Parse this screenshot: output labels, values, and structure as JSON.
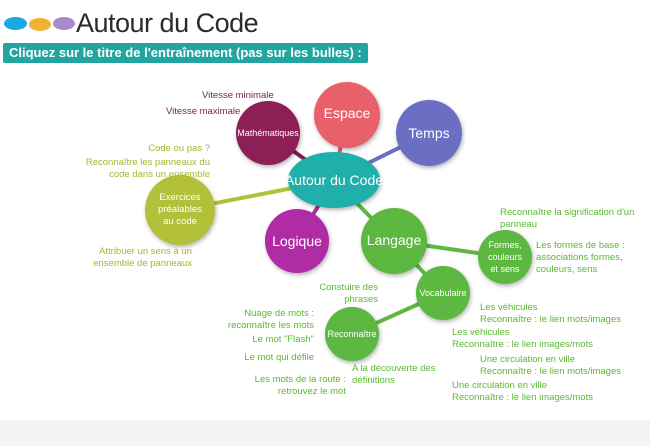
{
  "header": {
    "title": "Autour du Code",
    "banner": "Cliquez sur le titre de l'entraînement (pas sur les bulles) :",
    "logo_colors": [
      "#1ea7e0",
      "#f2b134",
      "#a78bc9"
    ]
  },
  "nodes": {
    "center": "Autour du Code",
    "espace": "Espace",
    "temps": "Temps",
    "maths": "Mathématiques",
    "exercices": "Exercices préalables au code",
    "logique": "Logique",
    "langage": "Langage",
    "formes": "Formes, couleurs et sens",
    "vocabulaire": "Vocabulaire",
    "reconnaitre": "Reconnaître"
  },
  "labels": {
    "vit_min": "Vitesse minimale",
    "vit_max": "Vitesse maximale",
    "code_ou_pas": "Code ou pas ?",
    "reco_panneaux": "Reconnaître les panneaux du code dans un ensemble",
    "attribuer": "Attribuer un sens à un ensemble de panneaux",
    "reco_signif": "Reconnaître la signification d'un panneau",
    "formes_base": "Les formes de base : associations formes, couleurs, sens",
    "construire": "Constuire des phrases",
    "nuage": "Nuage de mots : reconnaître les mots",
    "flash": "Le mot \"Flash\"",
    "defile": "Le mot qui défile",
    "route": "Les mots de la route : retrouvez le mot",
    "decouverte": "A la découverte des définitions",
    "veh1": "Les véhicules",
    "veh1b": "Reconnaître : le lien mots/images",
    "veh2": "Les véhicules",
    "veh2b": "Reconnaître : le lien images/mots",
    "circ1": "Une circulation en ville",
    "circ1b": "Reconnaître : le lien mots/images",
    "circ2": "Une circulation en ville",
    "circ2b": "Reconnaître : le lien images/mots"
  }
}
